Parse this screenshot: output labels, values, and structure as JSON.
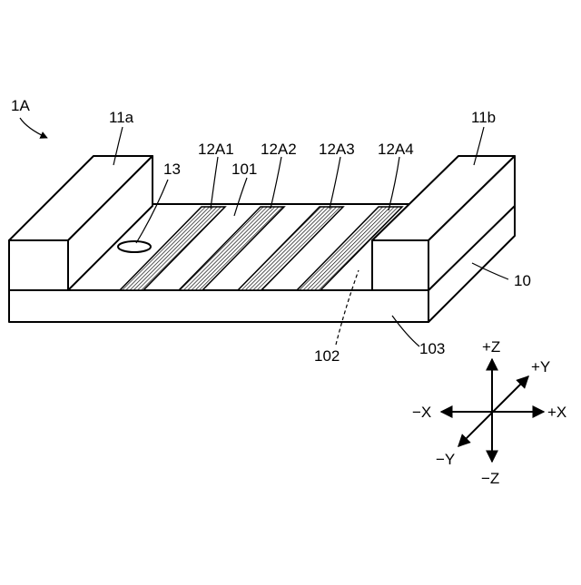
{
  "figure_label": "1A",
  "labels": {
    "electrode_left": "11a",
    "electrode_right": "11b",
    "substrate": "10",
    "pad": "13",
    "surface_top": "101",
    "surface_inner": "102",
    "surface_side": "103",
    "strip_1": "12A1",
    "strip_2": "12A2",
    "strip_3": "12A3",
    "strip_4": "12A4"
  },
  "axes": {
    "plus_z": "+Z",
    "minus_z": "−Z",
    "plus_x": "+X",
    "minus_x": "−X",
    "plus_y": "+Y",
    "minus_y": "−Y"
  }
}
